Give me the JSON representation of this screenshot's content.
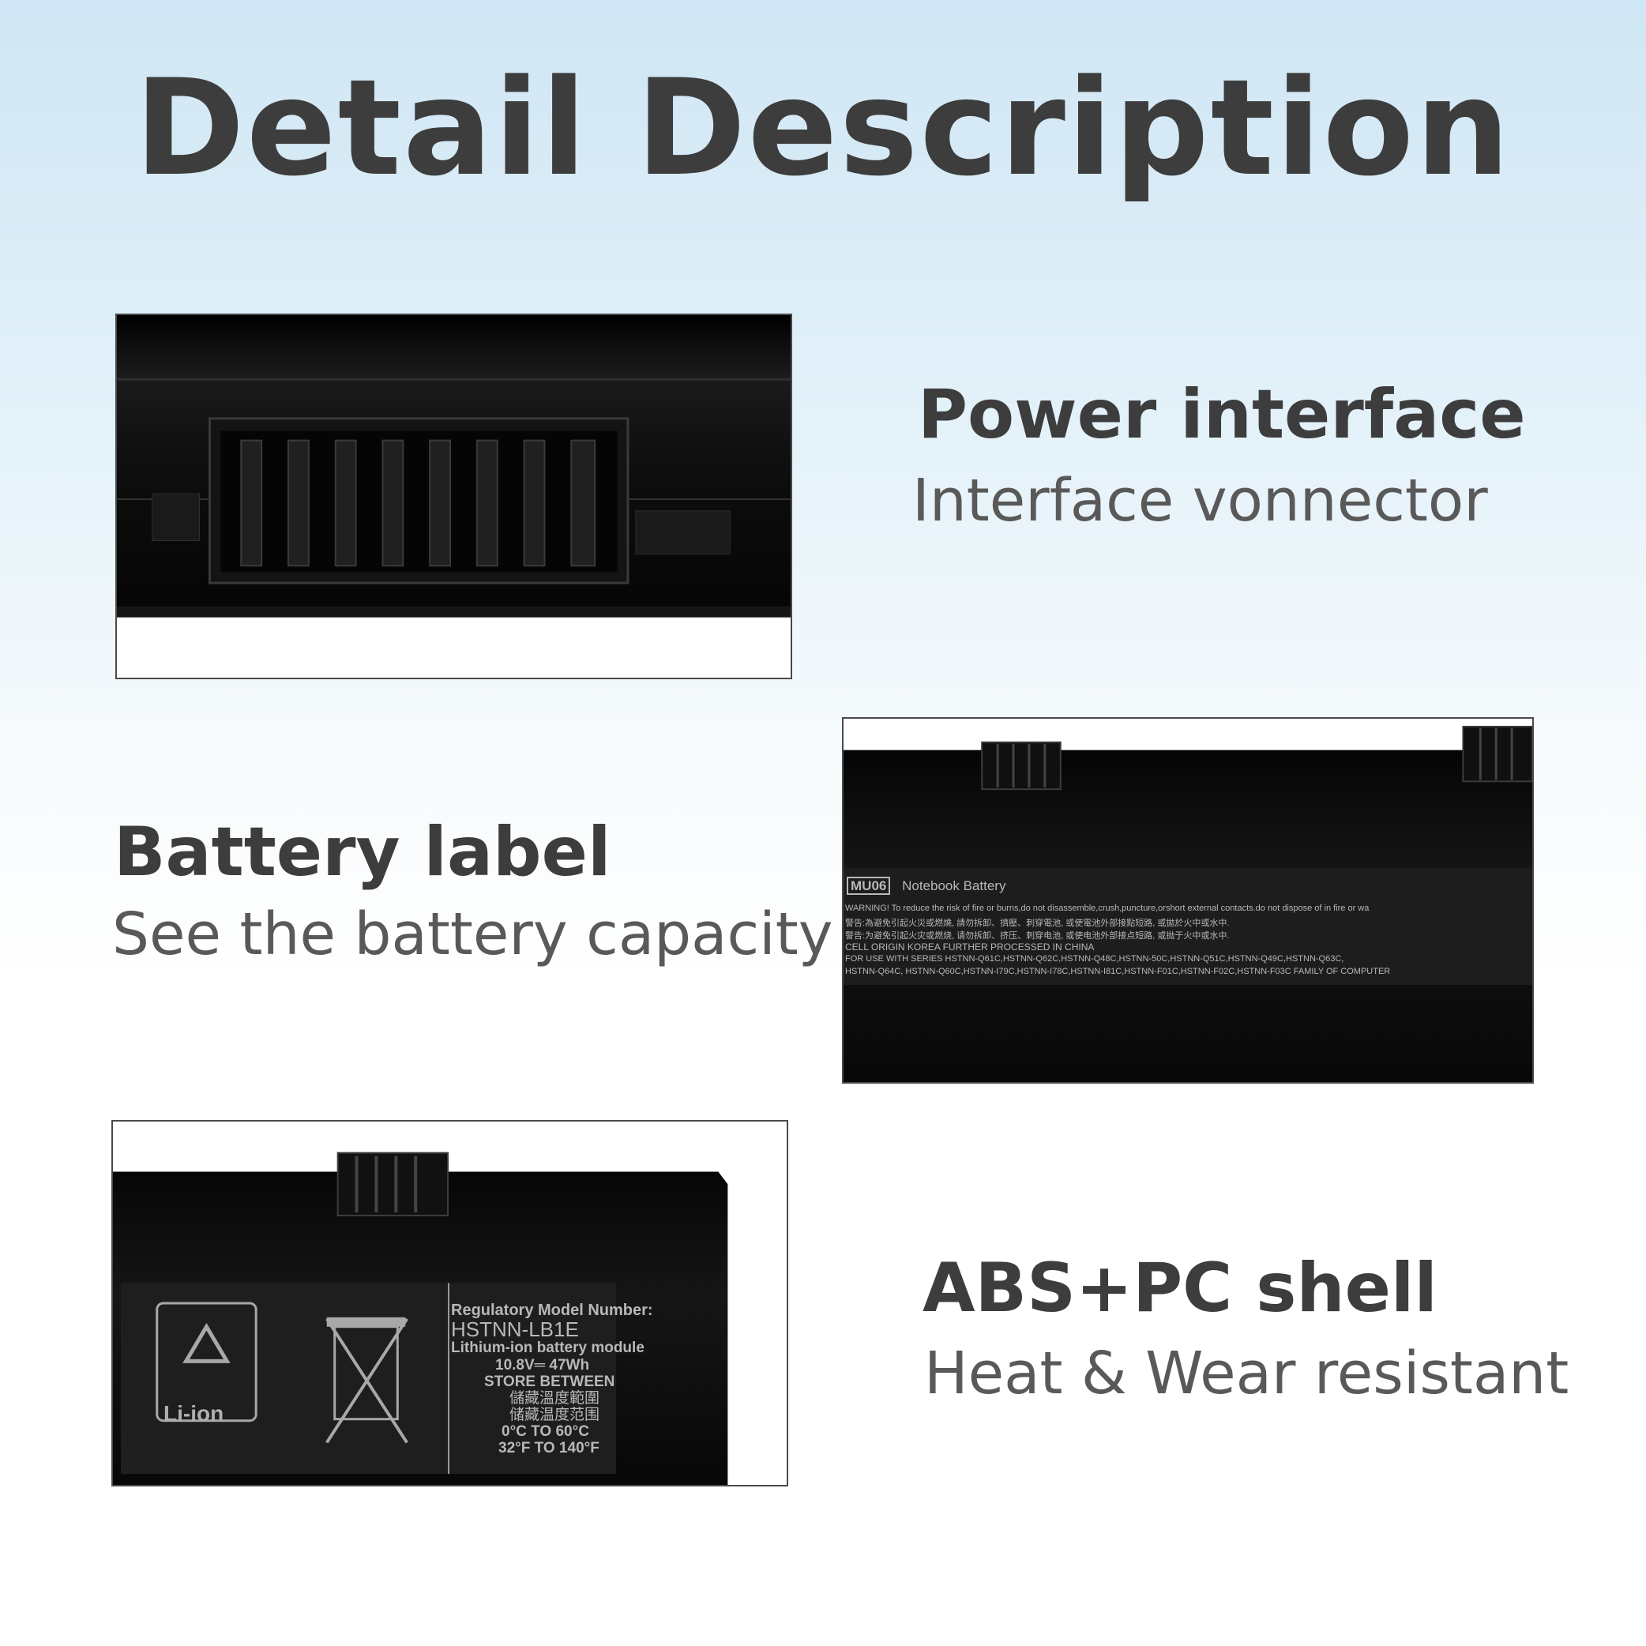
{
  "title": "Detail Description",
  "features": [
    {
      "heading": "Power interface",
      "subtitle": "Interface vonnector"
    },
    {
      "heading": "Battery label",
      "subtitle": "See the battery capacity"
    },
    {
      "heading": "ABS+PC shell",
      "subtitle": "Heat & Wear resistant"
    }
  ],
  "label_photo": {
    "model": "MU06",
    "name": "Notebook Battery",
    "lines": [
      "WARNING! To reduce the risk of fire or burns,do not disassemble,crush,puncture,orshort external contacts.do not dispose of in fire or wa",
      "警告:為避免引起火災或燃燒, 請勿拆卸、擠壓、刺穿電池, 或使電池外部接點短路, 或拋於火中或水中.",
      "警告:为避免引起火灾或燃烧, 请勿拆卸、挤压、刺穿电池, 或使电池外部接点短路, 或抛于火中或水中.",
      "CELL ORIGIN KOREA  FURTHER PROCESSED IN CHINA",
      "FOR USE WITH SERIES HSTNN-Q61C,HSTNN-Q62C,HSTNN-Q48C,HSTNN-50C,HSTNN-Q51C,HSTNN-Q49C,HSTNN-Q63C,",
      "HSTNN-Q64C, HSTNN-Q60C,HSTNN-I79C,HSTNN-I78C,HSTNN-I81C,HSTNN-F01C,HSTNN-F02C,HSTNN-F03C FAMILY OF COMPUTER"
    ]
  },
  "shell_photo": {
    "recycle_label": "Li-ion",
    "lines": [
      "Regulatory Model Number:",
      "HSTNN-LB1E",
      "Lithium-ion battery module",
      "10.8V═ 47Wh",
      "STORE BETWEEN",
      "儲藏溫度範圍",
      "储藏温度范围",
      "0°C  TO 60°C",
      "32°F TO 140°F"
    ]
  },
  "colors": {
    "heading": "#3d3d3d",
    "subtitle": "#595959",
    "photo_bg": "#0c0c0c",
    "label_text": "#b8b8b8"
  }
}
